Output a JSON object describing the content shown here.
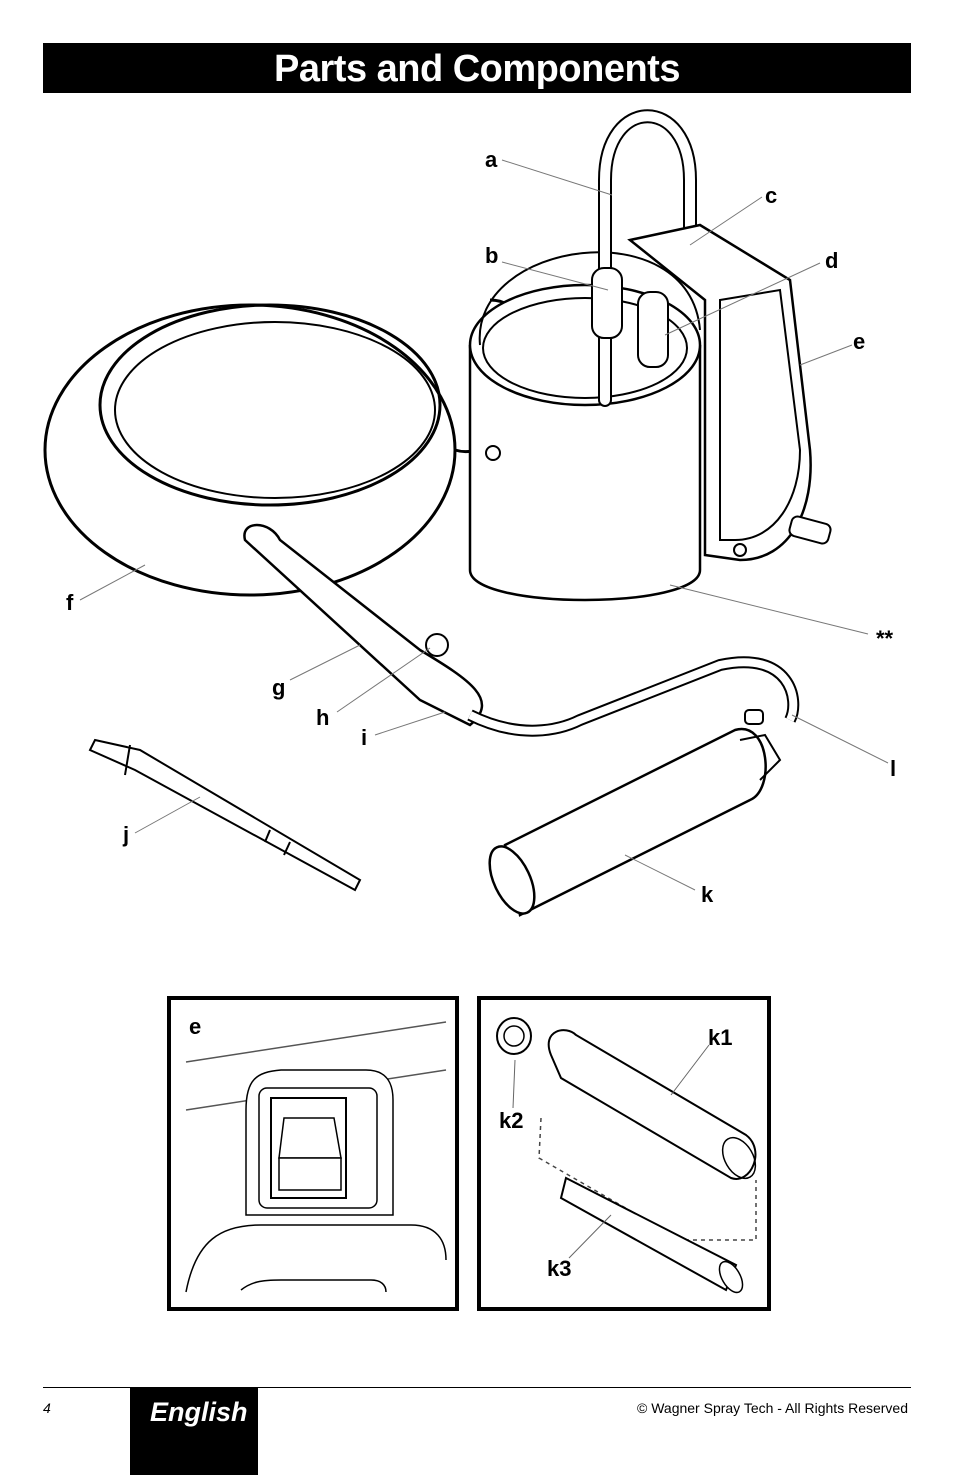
{
  "page": {
    "title": "Parts and Components",
    "page_number": "4",
    "language": "English",
    "copyright": "© Wagner Spray Tech - All Rights Reserved"
  },
  "main_figure": {
    "labels": {
      "a": "a",
      "b": "b",
      "c": "c",
      "d": "d",
      "e": "e",
      "f": "f",
      "g": "g",
      "h": "h",
      "i": "i",
      "j": "j",
      "k": "k",
      "l": "l",
      "paint_can": "**"
    }
  },
  "inset_e": {
    "label": "e"
  },
  "inset_k": {
    "k1": "k1",
    "k2": "k2",
    "k3": "k3"
  }
}
